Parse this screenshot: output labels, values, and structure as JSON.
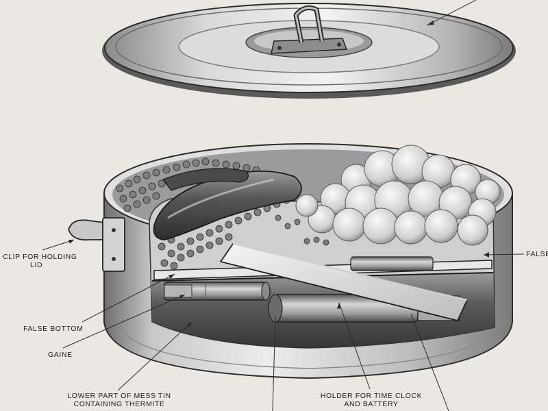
{
  "labels": {
    "clip": [
      "CLIP FOR HOLDING",
      "LID"
    ],
    "false_bottom": "FALSE BOTTOM",
    "gaine": "GAINE",
    "lower_part": [
      "LOWER PART OF MESS TIN",
      "CONTAINING THERMITE"
    ],
    "holder": [
      "HOLDER FOR TIME CLOCK",
      "AND BATTERY"
    ],
    "false_right": "FALSE"
  },
  "colors": {
    "paper": "#ebe8e1",
    "ink": "#1e1e1e",
    "metal_light": "#d8d8d8",
    "metal_dark": "#6a6a6a",
    "cavity": "#2a2a2a"
  }
}
